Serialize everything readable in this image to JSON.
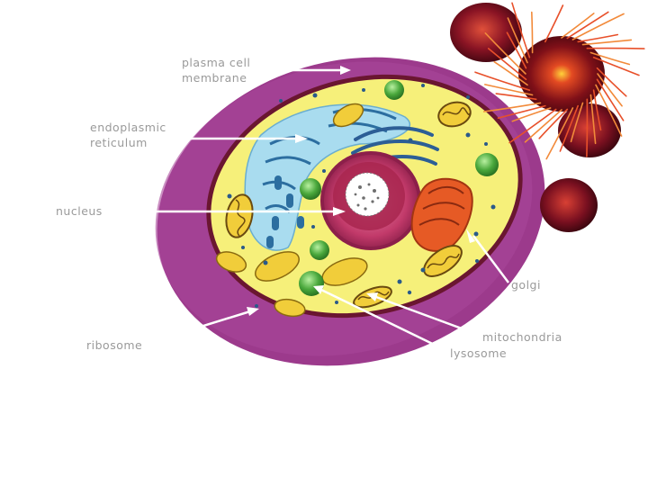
{
  "labels": {
    "plasma_membrane": [
      "plasma cell",
      "membrane"
    ],
    "endoplasmic_reticulum": [
      "endoplasmic",
      "reticulum"
    ],
    "nucleus": "nucleus",
    "golgi": "golgi",
    "ribosome": "ribosome",
    "mitochondria": "mitochondria",
    "lysosome": "lysosome"
  },
  "colors": {
    "outer_membrane": "#9c3a8c",
    "cytoplasm": "#f6f07a",
    "er": "#a9dcef",
    "nucleus": "#c43a6e",
    "golgi": "#e65a25",
    "mitochondria": "#f1cd3a",
    "lysosome": "#3f9a3a",
    "leader_line": "#ffffff",
    "label_text": "#9a9a9a",
    "sphere_dark": "#5a0818",
    "sphere_bright": "#d83a2a"
  }
}
